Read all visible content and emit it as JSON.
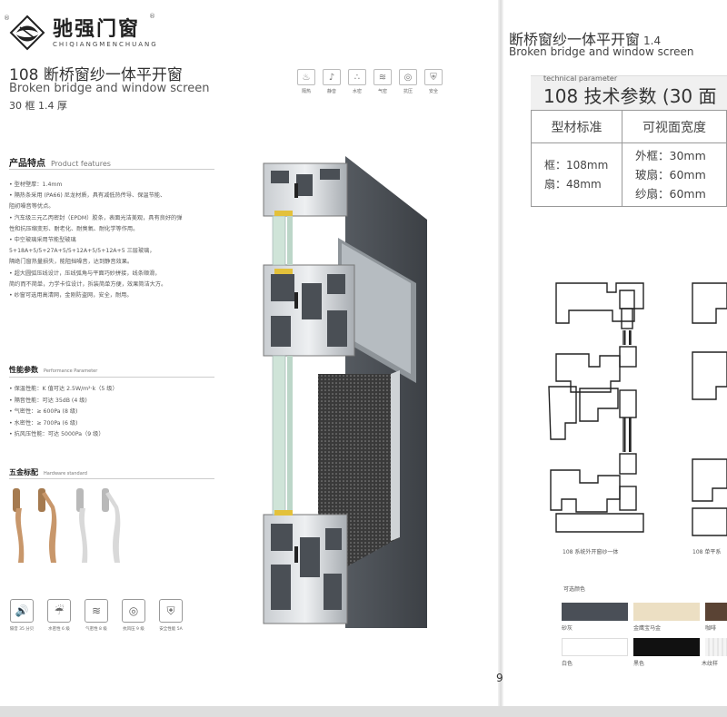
{
  "brand": {
    "name_cn": "驰强门窗",
    "name_en": "CHIQIANGMENCHUANG",
    "reg": "®"
  },
  "left": {
    "title_cn": "108 断桥窗纱一体平开窗",
    "title_en": "Broken bridge and window screen",
    "spec": "30 框  1.4 厚",
    "feature_icons": [
      {
        "icon": "insulation-icon",
        "label": "隔热"
      },
      {
        "icon": "quiet-icon",
        "label": "静音"
      },
      {
        "icon": "water-icon",
        "label": "水密"
      },
      {
        "icon": "air-icon",
        "label": "气密"
      },
      {
        "icon": "wind-pressure-icon",
        "label": "抗压"
      },
      {
        "icon": "safety-icon",
        "label": "安全"
      }
    ],
    "features": {
      "heading_cn": "产品特点",
      "heading_en": "Product features",
      "items": [
        "• 型材壁厚：1.4mm",
        "• 隔热条采用 (PA66) 尼龙材质，具有减低热传导、保温节能、",
        "   阻初噪音等优点。",
        "• 汽车级三元乙丙密封（EPDM）胶条，表面光洁美观，具有良好的弹",
        "   性和抗压缩变形、耐老化、耐臭氧、耐化学等作用。",
        "• 中空玻璃采用节能型玻璃",
        "   5+18A+5/5+27A+5/5+12A+5/5+12A+5 三层玻璃，",
        "   隔绝门窗热量损失，能阻挡噪音，达到静音效果。",
        "• 超大圆弧压线设计，压线弧角与平面巧妙拼接，线条顺滑，",
        "   简约而不简单，力学卡位设计，拆装简单方便，效果简洁大方。",
        "• 纱窗可选用高清网，金刚防盗网，安全，耐用。"
      ]
    },
    "performance": {
      "heading_cn": "性能参数",
      "heading_en": "Performance Parameter",
      "items": [
        "• 保温性能：K 值可达 2.5W/m²·k（5 级）",
        "• 隔音性能：可达 35dB (4 级)",
        "• 气密性：≥ 600Pa (8 级)",
        "• 水密性：≥ 700Pa (6 级)",
        "• 抗风压性能：可达 5000Pa（9 级）"
      ]
    },
    "hardware": {
      "heading_cn": "五金标配",
      "heading_en": "Hardware standard"
    },
    "rating_icons": [
      {
        "icon": "sound-insulation-icon",
        "label": "隔音 35 分贝"
      },
      {
        "icon": "watertight-icon",
        "label": "水密性 6 级"
      },
      {
        "icon": "airtight-icon",
        "label": "气密性 8 级"
      },
      {
        "icon": "wind-resist-icon",
        "label": "抗风压 9 级"
      },
      {
        "icon": "security-icon",
        "label": "安全性能 5A"
      }
    ]
  },
  "right": {
    "title_cn": "断桥窗纱一体平开窗",
    "version": "1.4",
    "title_en": "Broken bridge and window screen",
    "tp_label": "technical parameter",
    "tp_title": "108 技术参数 (30 面",
    "table": {
      "col1": "型材标准",
      "col2": "可视面宽度",
      "col1_lines": [
        "框：108mm",
        "扇：48mm"
      ],
      "col2_lines": [
        "外框：30mm",
        "玻扇：60mm",
        "纱扇：60mm"
      ]
    },
    "captions": [
      "108 系统外开窗纱一体",
      "108 单平系"
    ],
    "colors_head": "可选颜色",
    "swatches": [
      {
        "name": "砂灰",
        "color": "#4a4f57"
      },
      {
        "name": "金鹰宝马金",
        "color": "#ecdfc3"
      },
      {
        "name": "咖啡",
        "color": "#5a4334"
      },
      {
        "name": "白色",
        "color": "#ffffff"
      },
      {
        "name": "黑色",
        "color": "#111111"
      },
      {
        "name": "木纹样",
        "color": "#f2f2f2"
      }
    ],
    "page_number": "9"
  }
}
